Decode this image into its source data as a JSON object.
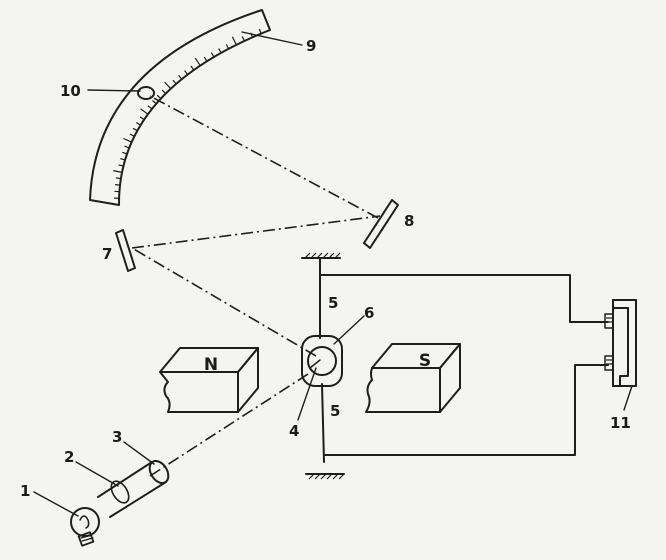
{
  "diagram": {
    "callouts": {
      "c1": "1",
      "c2": "2",
      "c3": "3",
      "c4": "4",
      "c5a": "5",
      "c5b": "5",
      "c6": "6",
      "c7": "7",
      "c8": "8",
      "c9": "9",
      "c10": "10",
      "c11": "11"
    },
    "magnets": {
      "north": "N",
      "south": "S"
    }
  }
}
